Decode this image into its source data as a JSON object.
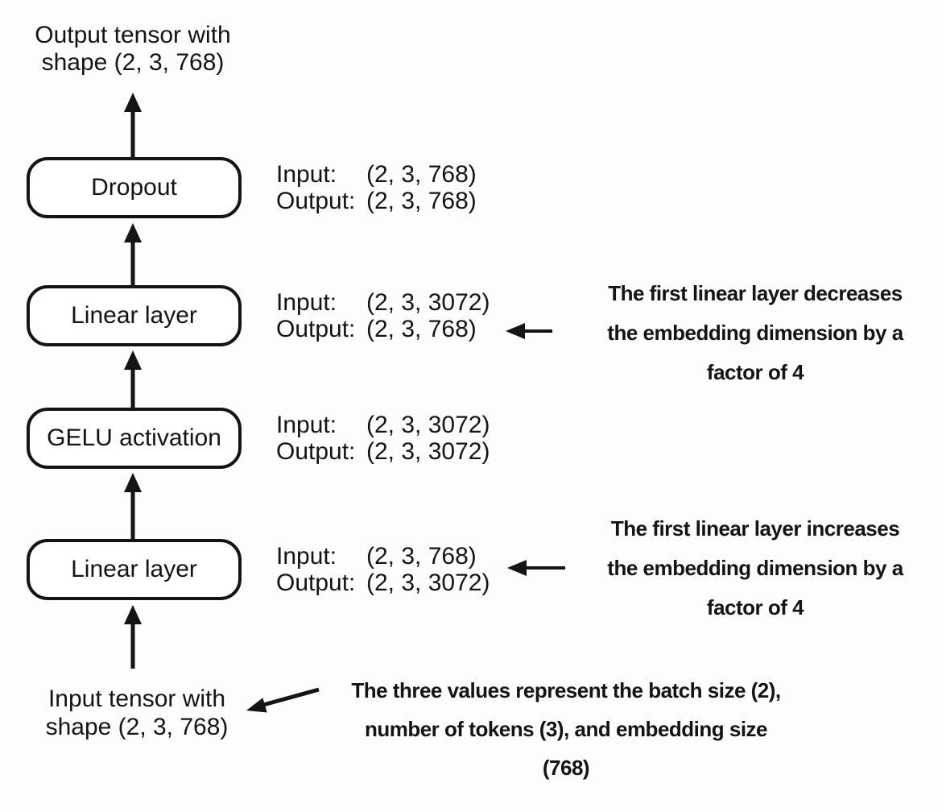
{
  "colors": {
    "ink": "#141414",
    "background": "#fdfdfd"
  },
  "top_caption": {
    "line1": "Output tensor with",
    "line2": "shape (2, 3, 768)"
  },
  "bottom_caption": {
    "line1": "Input tensor with",
    "line2": "shape (2, 3, 768)"
  },
  "layers": [
    {
      "label": "Dropout",
      "io": {
        "input_label": "Input:",
        "input_value": "(2, 3, 768)",
        "output_label": "Output:",
        "output_value": "(2, 3, 768)"
      }
    },
    {
      "label": "Linear layer",
      "io": {
        "input_label": "Input:",
        "input_value": "(2, 3, 3072)",
        "output_label": "Output:",
        "output_value": "(2, 3, 768)"
      }
    },
    {
      "label": "GELU activation",
      "io": {
        "input_label": "Input:",
        "input_value": "(2, 3, 3072)",
        "output_label": "Output:",
        "output_value": "(2, 3, 3072)"
      }
    },
    {
      "label": "Linear layer",
      "io": {
        "input_label": "Input:",
        "input_value": "(2, 3, 768)",
        "output_label": "Output:",
        "output_value": "(2, 3, 3072)"
      }
    }
  ],
  "notes": {
    "decrease": {
      "line1": "The first linear layer decreases",
      "line2": "the embedding dimension by a",
      "line3": "factor of 4"
    },
    "increase": {
      "line1": "The first linear layer increases",
      "line2": "the embedding dimension by a",
      "line3": "factor of 4"
    },
    "tensor_shape": {
      "line1": "The three values represent the batch size (2),",
      "line2": "number of tokens (3), and embedding size",
      "line3": "(768)"
    }
  }
}
